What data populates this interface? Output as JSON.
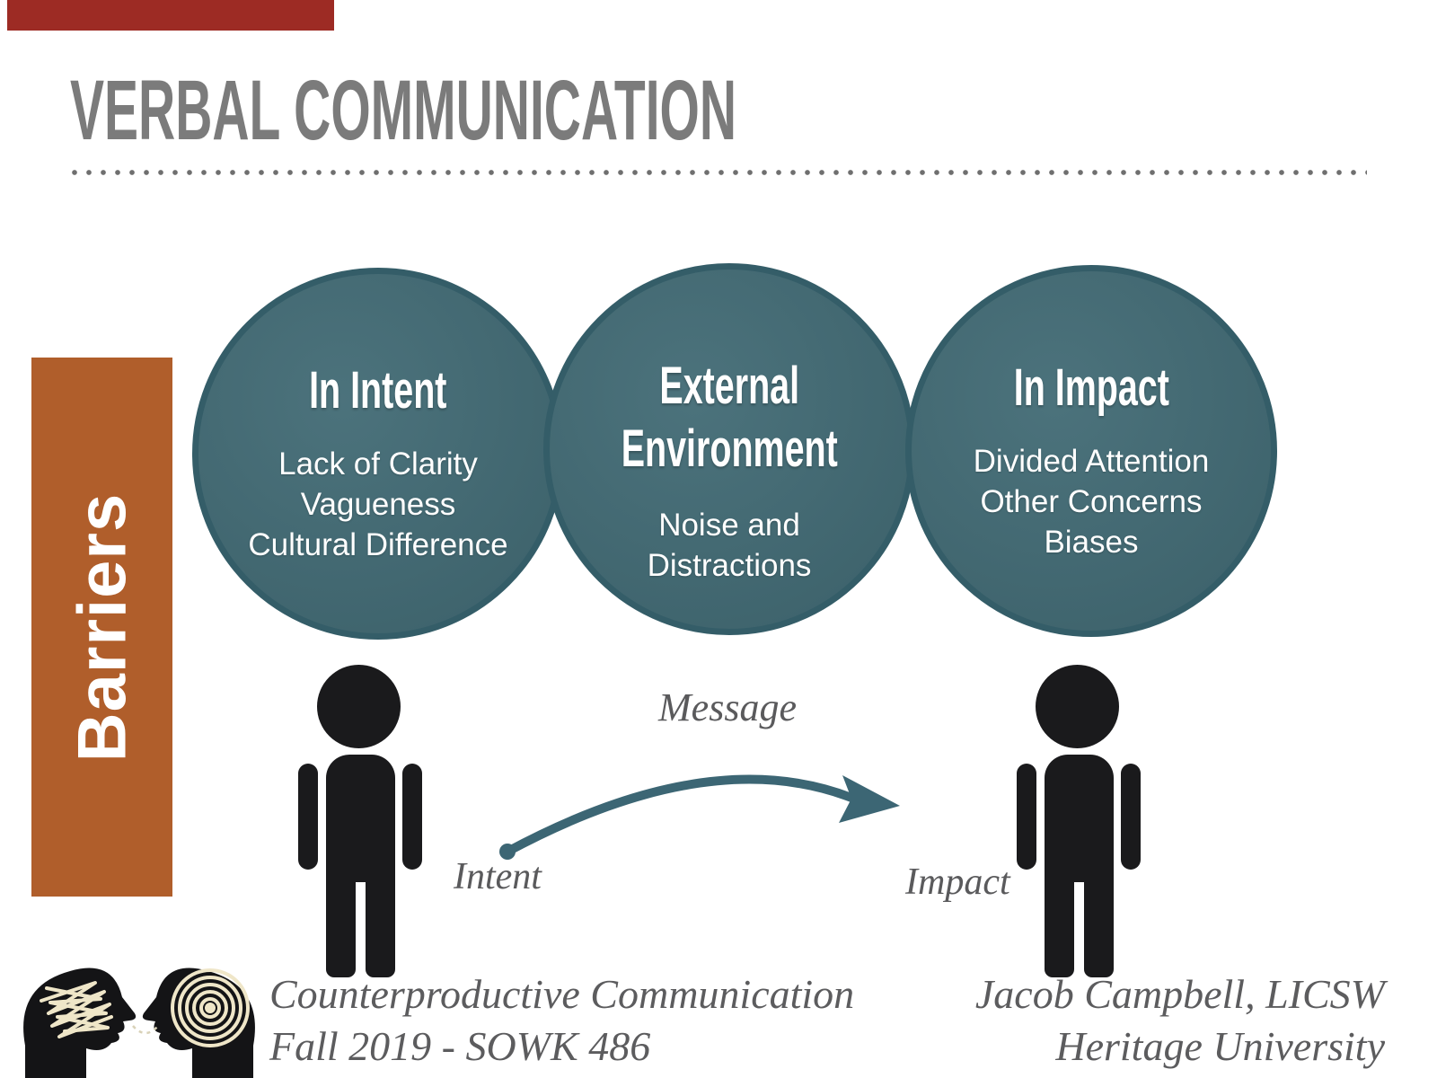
{
  "header": {
    "title": "VERBAL COMMUNICATION"
  },
  "barriers": {
    "label": "Barriers"
  },
  "circles": [
    {
      "heading": "In Intent",
      "body": "Lack of Clarity\nVagueness\nCultural Difference"
    },
    {
      "heading": "External\nEnvironment",
      "body": "Noise and\nDistractions"
    },
    {
      "heading": "In Impact",
      "body": "Divided Attention\nOther Concerns\nBiases"
    }
  ],
  "flow": {
    "message_label": "Message",
    "intent_label": "Intent",
    "impact_label": "Impact"
  },
  "footer": {
    "left_line1": "Counterproductive Communication",
    "left_line2": "Fall 2019 - SOWK 486",
    "right_line1": "Jacob Campbell, LICSW",
    "right_line2": "Heritage University"
  },
  "icons": {
    "person_left": "standing-person-silhouette",
    "person_right": "standing-person-silhouette",
    "message_arrow": "curved-arrow-left-to-right",
    "talking_heads": "two-profile-heads-scribble-and-spiral"
  },
  "colors": {
    "top_bar_red": "#9d2b24",
    "title_gray": "#7b7b7b",
    "dot_gray": "#6f6f6f",
    "barriers_orange": "#b05e2b",
    "circle_teal_fill": "#426b75",
    "circle_teal_border": "#345d68",
    "circle_text": "#ffffff",
    "figure_black": "#1a1a1c",
    "arrow_teal": "#3c6674",
    "italic_gray": "#5a5a5c",
    "icon_cream": "#efe6c8"
  }
}
